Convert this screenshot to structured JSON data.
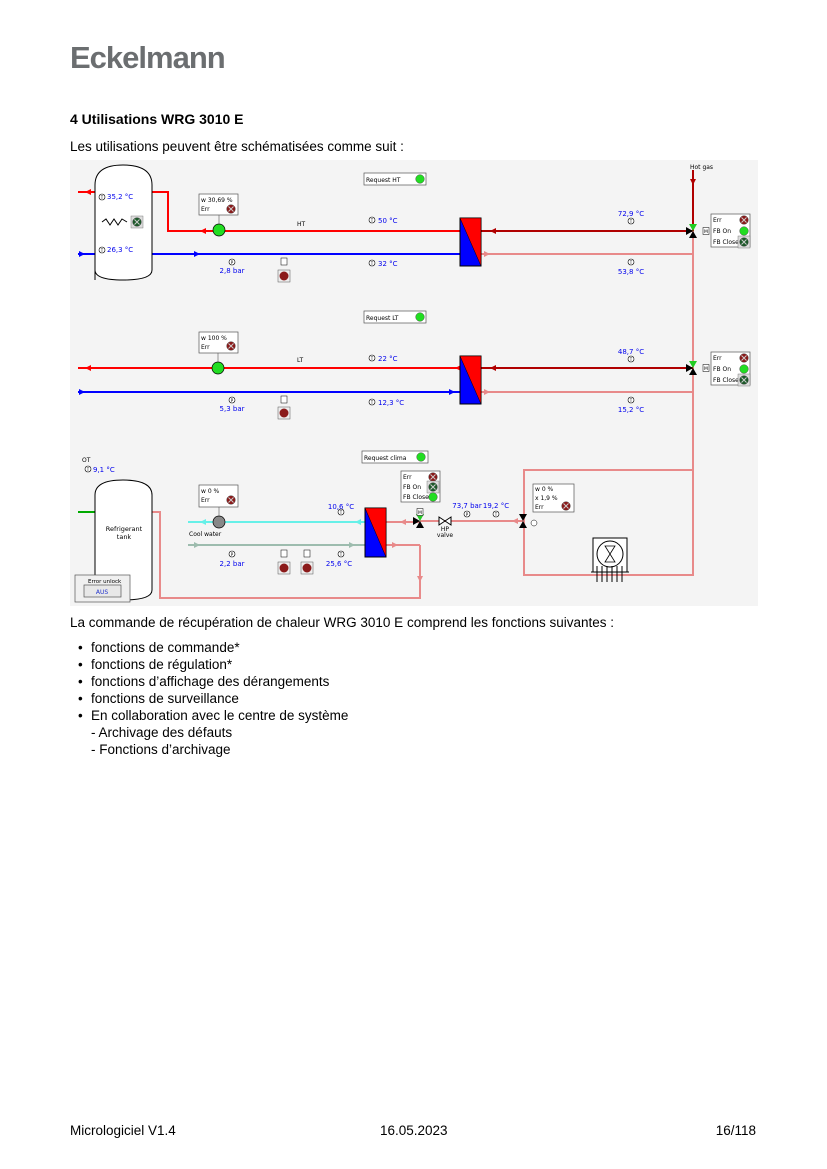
{
  "header": {
    "logo": "Eckelmann"
  },
  "section": {
    "title": "4 Utilisations WRG 3010 E",
    "intro": "Les utilisations peuvent être schématisées comme suit :"
  },
  "diagram": {
    "hot_gas": "Hot gas",
    "ht": {
      "request": "Request HT",
      "tank_top_temp": "35,2 °C",
      "tank_bottom_temp": "26,3 °C",
      "pump_w": "w 30,69 %",
      "pump_err": "Err",
      "pump_state": "Err",
      "line_label": "HT",
      "flow_temp": "50 °C",
      "return_temp": "32 °C",
      "pressure": "2,8 bar",
      "hot_in_temp": "72,9 °C",
      "hot_out_temp": "53,8 °C",
      "valve_err": "Err",
      "valve_fb_on": "FB On",
      "valve_fb_close": "FB Close",
      "valve_motor": "M"
    },
    "lt": {
      "request": "Request LT",
      "pump_w": "w 100 %",
      "pump_err": "Err",
      "pump_state": "Err",
      "line_label": "LT",
      "flow_temp": "22 °C",
      "return_temp": "12,3 °C",
      "pressure": "5,3 bar",
      "hot_in_temp": "48,7 °C",
      "hot_out_temp": "15,2 °C",
      "valve_err": "Err",
      "valve_fb_on": "FB On",
      "valve_fb_close": "FB Close",
      "valve_motor": "M"
    },
    "clima": {
      "request": "Request clima",
      "ot_label": "OT",
      "ot_temp": "9,1 °C",
      "tank_label_1": "Refrigerant",
      "tank_label_2": "tank",
      "error_unlock": "Error unlock",
      "aus_button": "AUS",
      "pump_w": "w 0 %",
      "pump_err": "Err",
      "pump_state": "Aus",
      "cool_water": "Cool water",
      "cool_flow_temp": "10,6 °C",
      "cool_return_temp": "25,6 °C",
      "pressure": "2,2 bar",
      "valve_err": "Err",
      "valve_fb_on": "FB On",
      "valve_fb_close": "FB Close",
      "valve_motor": "M",
      "hp_valve_1": "HP",
      "hp_valve_2": "valve",
      "hp_pressure": "73,7 bar",
      "hp_temp": "19,2 °C",
      "exp_w": "w 0 %",
      "exp_x": "x 1,9 %",
      "exp_err": "Err"
    },
    "colors": {
      "hot": "#ff0000",
      "cold": "#0000ff",
      "hot_gas": "#b00000",
      "return": "#e88a8a",
      "cool_water": "#66f0e8",
      "cool_return": "#9dbcae",
      "lamp_on": "#22dd22",
      "lamp_err": "#8b1a1a"
    }
  },
  "paragraph": "La commande de récupération de chaleur WRG 3010 E comprend les fonctions suivantes :",
  "functions": [
    "fonctions de commande*",
    "fonctions de régulation*",
    "fonctions d’affichage des dérangements",
    "fonctions de surveillance",
    "En collaboration avec le centre de système"
  ],
  "sub_functions": [
    "- Archivage des défauts",
    "- Fonctions d’archivage"
  ],
  "footer": {
    "left": "Micrologiciel V1.4",
    "center": "16.05.2023",
    "right": "16/118"
  }
}
